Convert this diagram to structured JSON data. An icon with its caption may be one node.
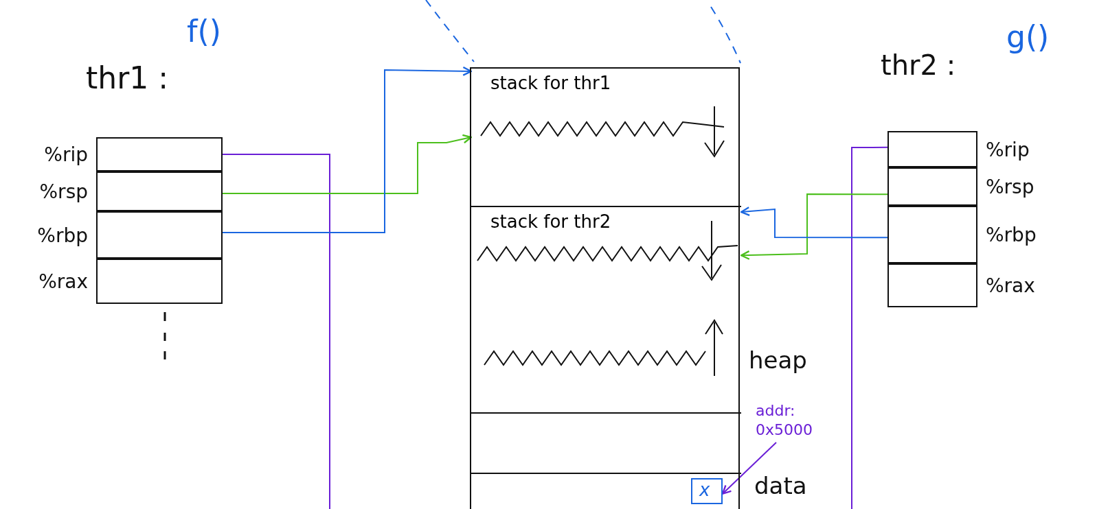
{
  "diagram": {
    "nodes": [
      {
        "text": [],
        "shape": "box",
        "beside": [
          "%rip"
        ]
      },
      {
        "text": [],
        "shape": "box",
        "beside": [
          "%rsp"
        ]
      },
      {
        "text": [],
        "shape": "box",
        "beside": [
          "%rbp"
        ]
      },
      {
        "text": [],
        "shape": "box",
        "beside": [
          "%rax"
        ]
      },
      {
        "text": [],
        "shape": "box",
        "beside": [
          "%rip"
        ]
      },
      {
        "text": [],
        "shape": "box",
        "beside": [
          "%rsp"
        ]
      },
      {
        "text": [],
        "shape": "box",
        "beside": [
          "%rbp"
        ]
      },
      {
        "text": [],
        "shape": "box",
        "beside": [
          "%rax"
        ]
      },
      {
        "text": [],
        "shape": "box"
      },
      {
        "text": [
          "stack for thr1"
        ],
        "in": 8
      },
      {
        "text": [
          "stack for thr2"
        ],
        "in": 8
      },
      {
        "text": [],
        "shape": "box",
        "in": 8
      },
      {
        "text": [],
        "shape": "box",
        "in": 8
      },
      {
        "text": [
          "x"
        ],
        "in": 12
      },
      {
        "text": [
          "addr: 0x5000"
        ]
      }
    ],
    "edges": [
      {
        "from": 0,
        "to": null,
        "arrow": "none",
        "color": "#6a1fd6"
      },
      {
        "from": 1,
        "to": 9,
        "arrow": "to",
        "color": "#4cbf1c"
      },
      {
        "from": 2,
        "to": 9,
        "arrow": "to",
        "color": "#1a66e0"
      },
      {
        "from": 4,
        "to": null,
        "arrow": "none",
        "color": "#6a1fd6"
      },
      {
        "from": 5,
        "to": 10,
        "arrow": "to",
        "color": "#4cbf1c"
      },
      {
        "from": 6,
        "to": 10,
        "arrow": "to",
        "color": "#1a66e0"
      },
      {
        "from": 14,
        "to": 13,
        "arrow": "to",
        "color": "#6a1fd6"
      }
    ],
    "labels": [
      "thr1 :",
      "f()",
      "thr2 :",
      "g()",
      "heap",
      "data"
    ]
  }
}
